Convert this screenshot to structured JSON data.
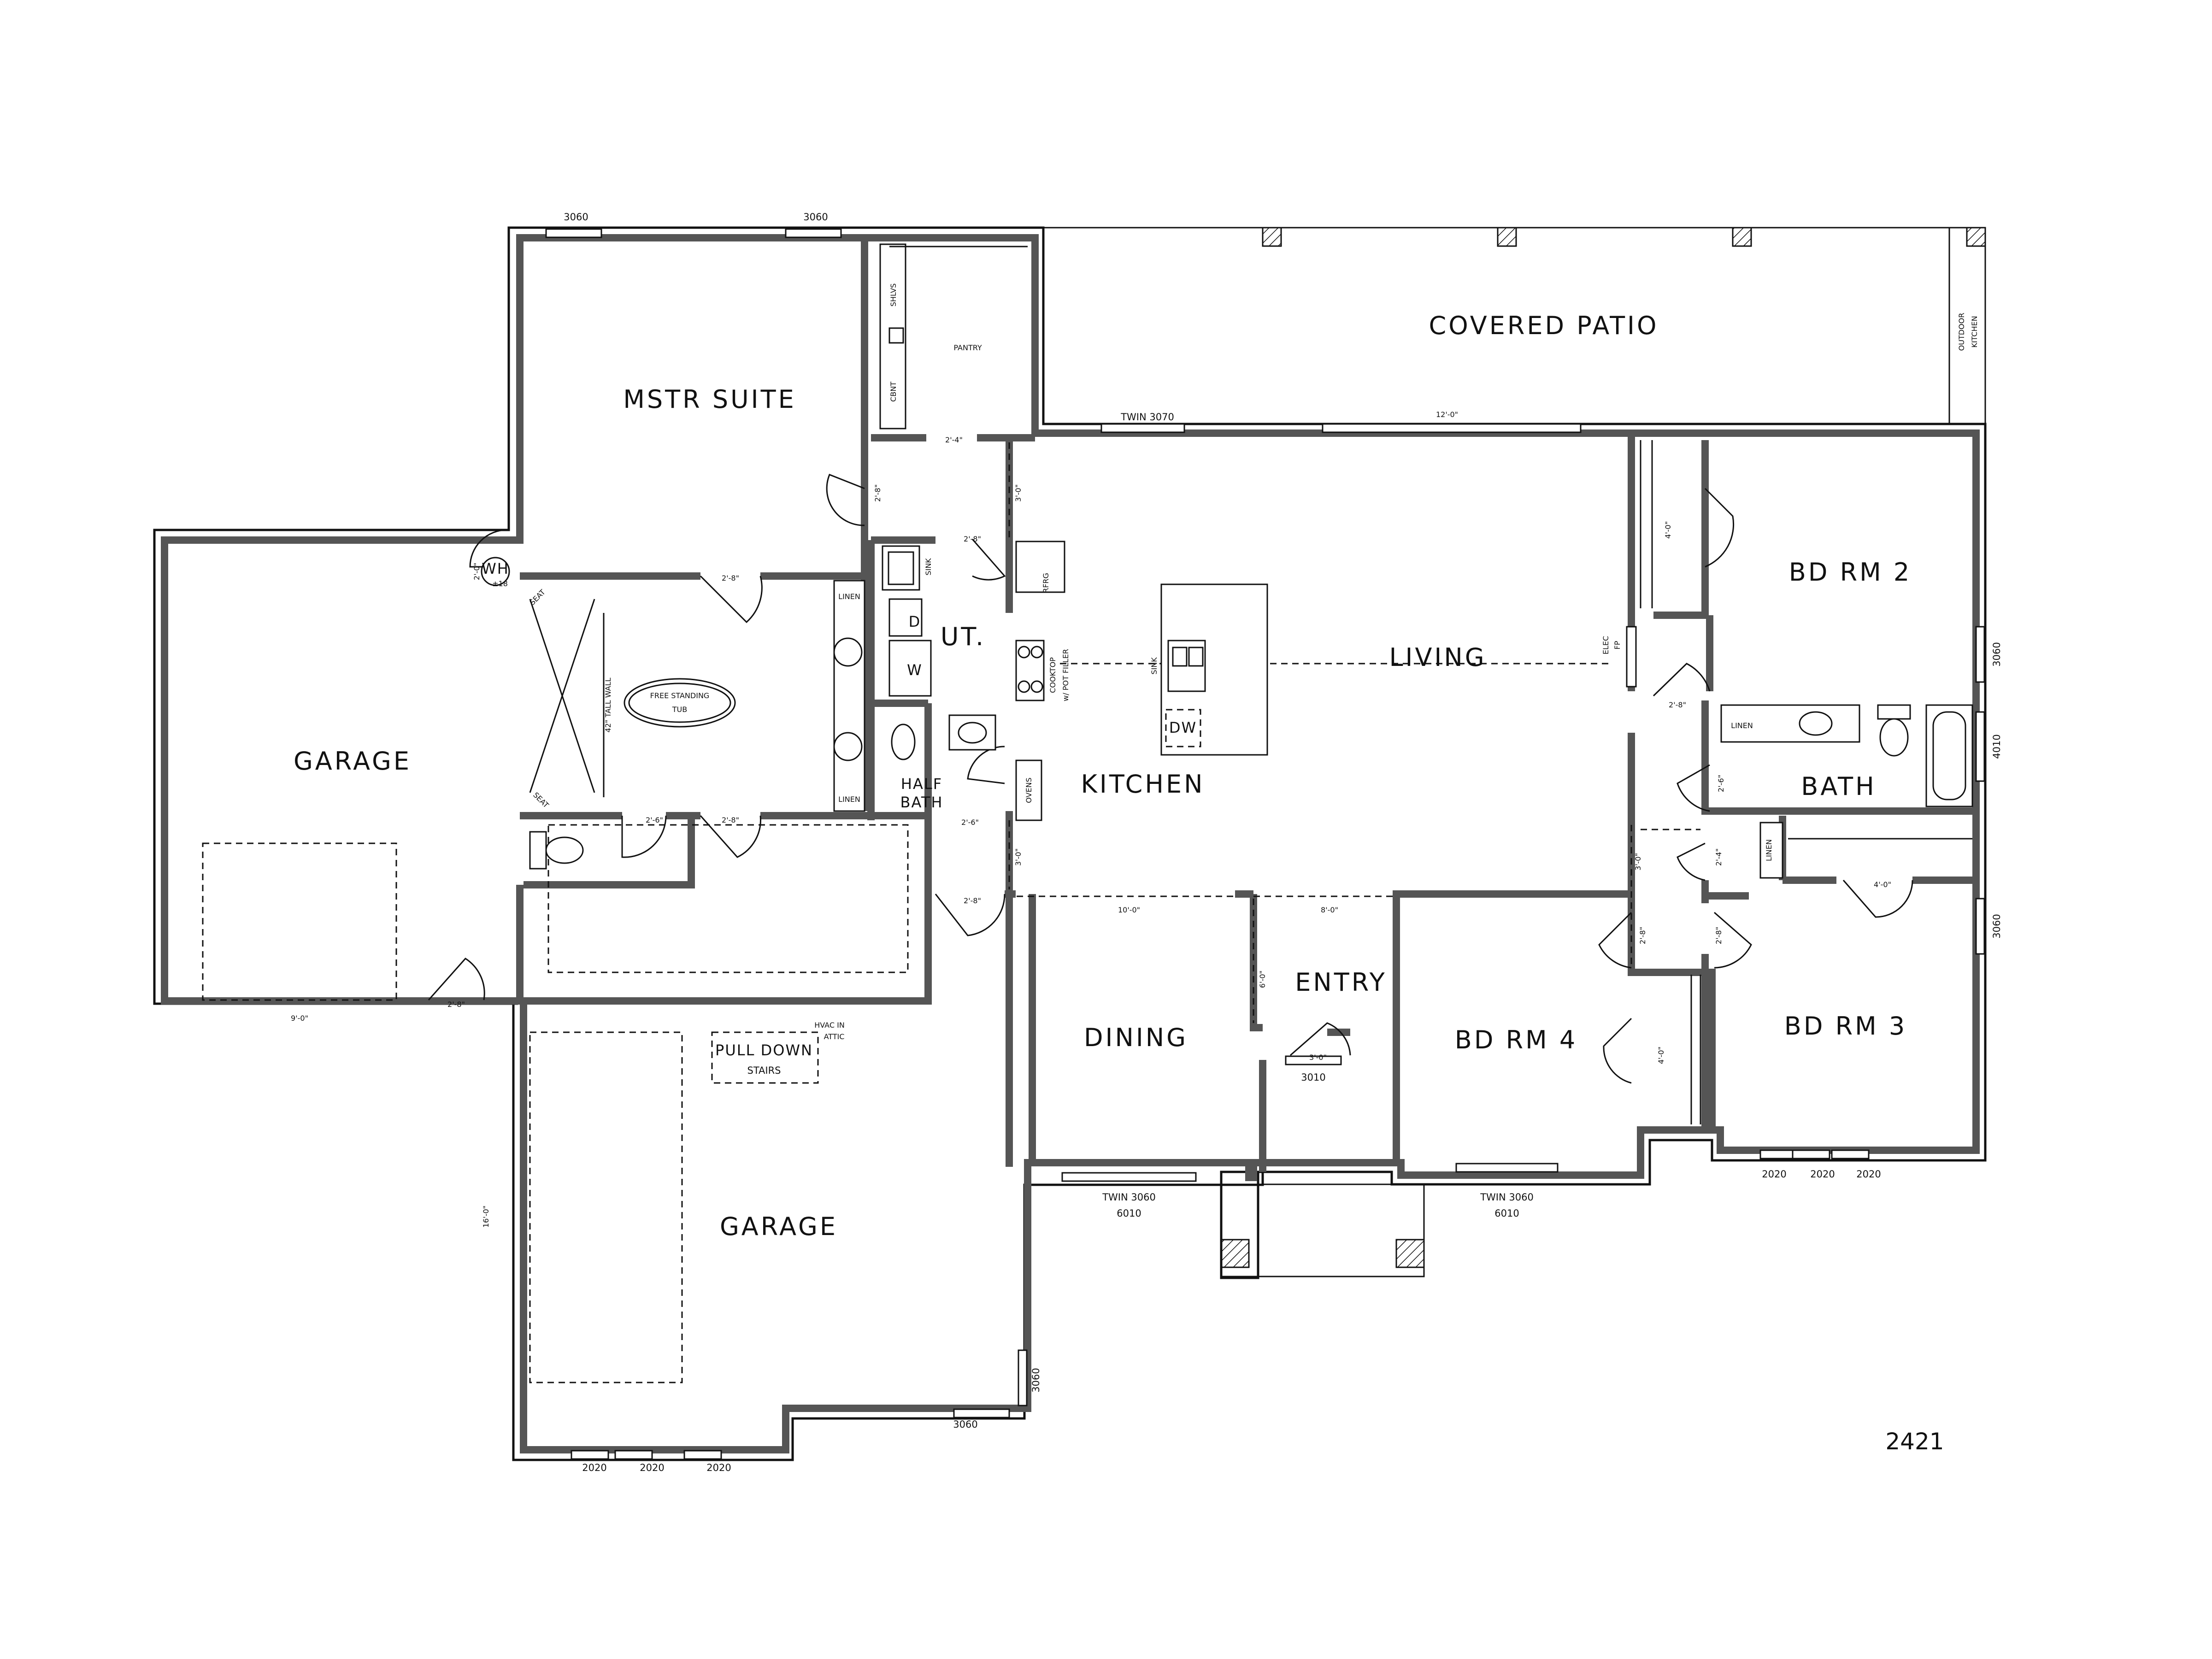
{
  "rooms": {
    "mstr_suite": "MSTR SUITE",
    "covered_patio": "COVERED PATIO",
    "outdoor_kitchen_1": "OUTDOOR",
    "outdoor_kitchen_2": "KITCHEN",
    "pantry": "PANTRY",
    "living": "LIVING",
    "bd_rm_2": "BD RM 2",
    "bd_rm_3": "BD RM 3",
    "bd_rm_4": "BD RM 4",
    "garage_left": "GARAGE",
    "garage_bottom": "GARAGE",
    "ut": "UT.",
    "kitchen": "KITCHEN",
    "half_bath_1": "HALF",
    "half_bath_2": "BATH",
    "bath": "BATH",
    "dining": "DINING",
    "entry": "ENTRY"
  },
  "fixtures": {
    "shlvs": "SHLVS",
    "cbnt": "CBNT",
    "wh": "WH",
    "wh_sub": "±18",
    "seat_top": "SEAT",
    "seat_bottom": "SEAT",
    "tall_wall": "42\" TALL WALL",
    "free_standing_1": "FREE STANDING",
    "free_standing_2": "TUB",
    "linen_mstr_top": "LINEN",
    "linen_mstr_bottom": "LINEN",
    "linen_bath": "LINEN",
    "linen_hall": "LINEN",
    "dryer": "D",
    "washer": "W",
    "sink_ut": "SINK",
    "rfrg": "RFRG",
    "cooktop_1": "COOKTOP",
    "cooktop_2": "w/ POT FILLER",
    "ovens": "OVENS",
    "sink_island": "SINK",
    "dw": "DW",
    "elec_fp_1": "ELEC",
    "elec_fp_2": "FP",
    "hvac_1": "HVAC IN",
    "hvac_2": "ATTIC",
    "pull_down_1": "PULL DOWN",
    "pull_down_2": "STAIRS"
  },
  "windows": {
    "w_mstr_1": "3060",
    "w_mstr_2": "3060",
    "w_patio_twin": "TWIN 3070",
    "w_bd2": "3060",
    "w_bath": "4010",
    "w_bd3_side": "3060",
    "w_bd3_a": "2020",
    "w_bd3_b": "2020",
    "w_bd3_c": "2020",
    "w_dining_1": "TWIN 3060",
    "w_dining_2": "6010",
    "w_bd4_1": "TWIN 3060",
    "w_bd4_2": "6010",
    "w_entry": "3010",
    "w_garage_side": "3060",
    "w_garage_bottom": "3060",
    "w_gar_a": "2020",
    "w_gar_b": "2020",
    "w_gar_c": "2020"
  },
  "dimensions": {
    "d_patio_slider": "12'-0\"",
    "d_pantry": "2'-4\"",
    "d_hall_top": "2'-8\"",
    "d_hall_top_arch": "3'-0\"",
    "d_ut": "2'-8\"",
    "d_wh": "2'-0\"",
    "d_mstr_bath": "2'-8\"",
    "d_wc": "2'-6\"",
    "d_closet": "2'-8\"",
    "d_half_bath": "2'-6\"",
    "d_arch_mid": "3'-0\"",
    "d_garage_entry": "2'-8\"",
    "d_left_garage": "9'-0\"",
    "d_garage_door_v": "16'-0\"",
    "d_dining_arch": "10'-0\"",
    "d_entry_arch": "8'-0\"",
    "d_entry_side": "6'-0\"",
    "d_entry_door": "3'-0\"",
    "d_bd2_closet": "4'-0\"",
    "d_bd2_door": "2'-8\"",
    "d_bath_door": "2'-6\"",
    "d_linen_hall": "2'-4\"",
    "d_hall_arch": "3'-0\"",
    "d_bd3_closet": "4'-0\"",
    "d_bd4_door": "2'-8\"",
    "d_bd3_door": "2'-8\"",
    "d_bd4_closet": "4'-0\"",
    "d_kitchen_arch": "2'-8\""
  },
  "plan_number": "2421"
}
